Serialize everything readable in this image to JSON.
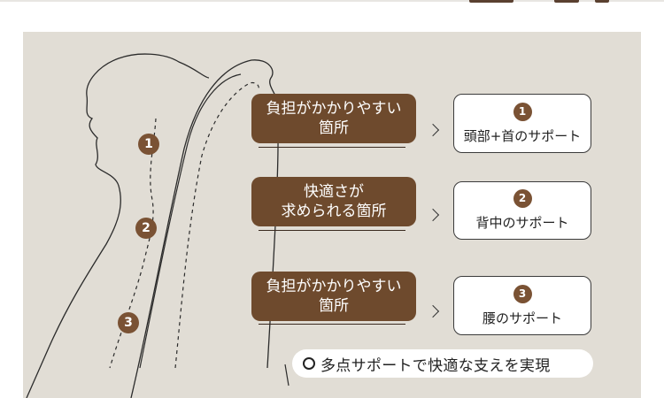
{
  "illustration": {
    "spine_points": [
      {
        "number": "1"
      },
      {
        "number": "2"
      },
      {
        "number": "3"
      }
    ]
  },
  "callouts": [
    {
      "label_line1": "負担がかかりやすい",
      "label_line2": "箇所",
      "support_number": "1",
      "support_text": "頭部+首のサポート"
    },
    {
      "label_line1": "快適さが",
      "label_line2": "求められる箇所",
      "support_number": "2",
      "support_text": "背中のサポート"
    },
    {
      "label_line1": "負担がかかりやすい",
      "label_line2": "箇所",
      "support_number": "3",
      "support_text": "腰のサポート"
    }
  ],
  "footer": {
    "text": "多点サポートで快適な支えを実現"
  },
  "colors": {
    "panel_bg": "#e1ddd5",
    "accent_brown": "#6e4a2d",
    "badge_brown": "#7a5234"
  }
}
